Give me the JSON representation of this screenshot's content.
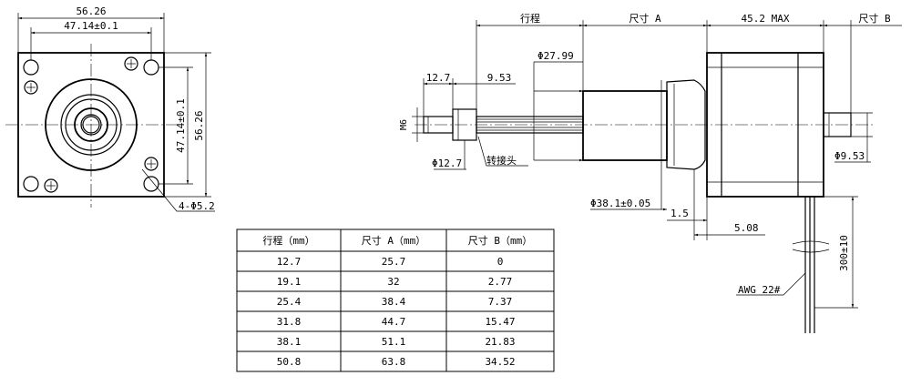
{
  "front": {
    "overall_width": "56.26",
    "hole_spacing_w": "47.14±0.1",
    "overall_height": "56.26",
    "hole_spacing_h": "47.14±0.1",
    "hole_note": "4-Φ5.2"
  },
  "side": {
    "stroke": "行程",
    "dim_a": "尺寸 A",
    "max_len": "45.2 MAX",
    "dim_b": "尺寸 B",
    "nut_len": "12.7",
    "nut_gap": "9.53",
    "tube_dia": "Φ27.99",
    "thread": "M6",
    "nut_dia": "Φ12.7",
    "adapter": "转接头",
    "flange_dia": "Φ38.1±0.05",
    "flange_thick": "1.5",
    "pilot_len": "5.08",
    "shaft_dia": "Φ9.53",
    "wire_len": "300±10",
    "wire": "AWG 22#"
  },
  "table": {
    "headers": [
      "行程（mm）",
      "尺寸 A（mm）",
      "尺寸 B（mm）"
    ],
    "rows": [
      [
        "12.7",
        "25.7",
        "0"
      ],
      [
        "19.1",
        "32",
        "2.77"
      ],
      [
        "25.4",
        "38.4",
        "7.37"
      ],
      [
        "31.8",
        "44.7",
        "15.47"
      ],
      [
        "38.1",
        "51.1",
        "21.83"
      ],
      [
        "50.8",
        "63.8",
        "34.52"
      ]
    ]
  }
}
